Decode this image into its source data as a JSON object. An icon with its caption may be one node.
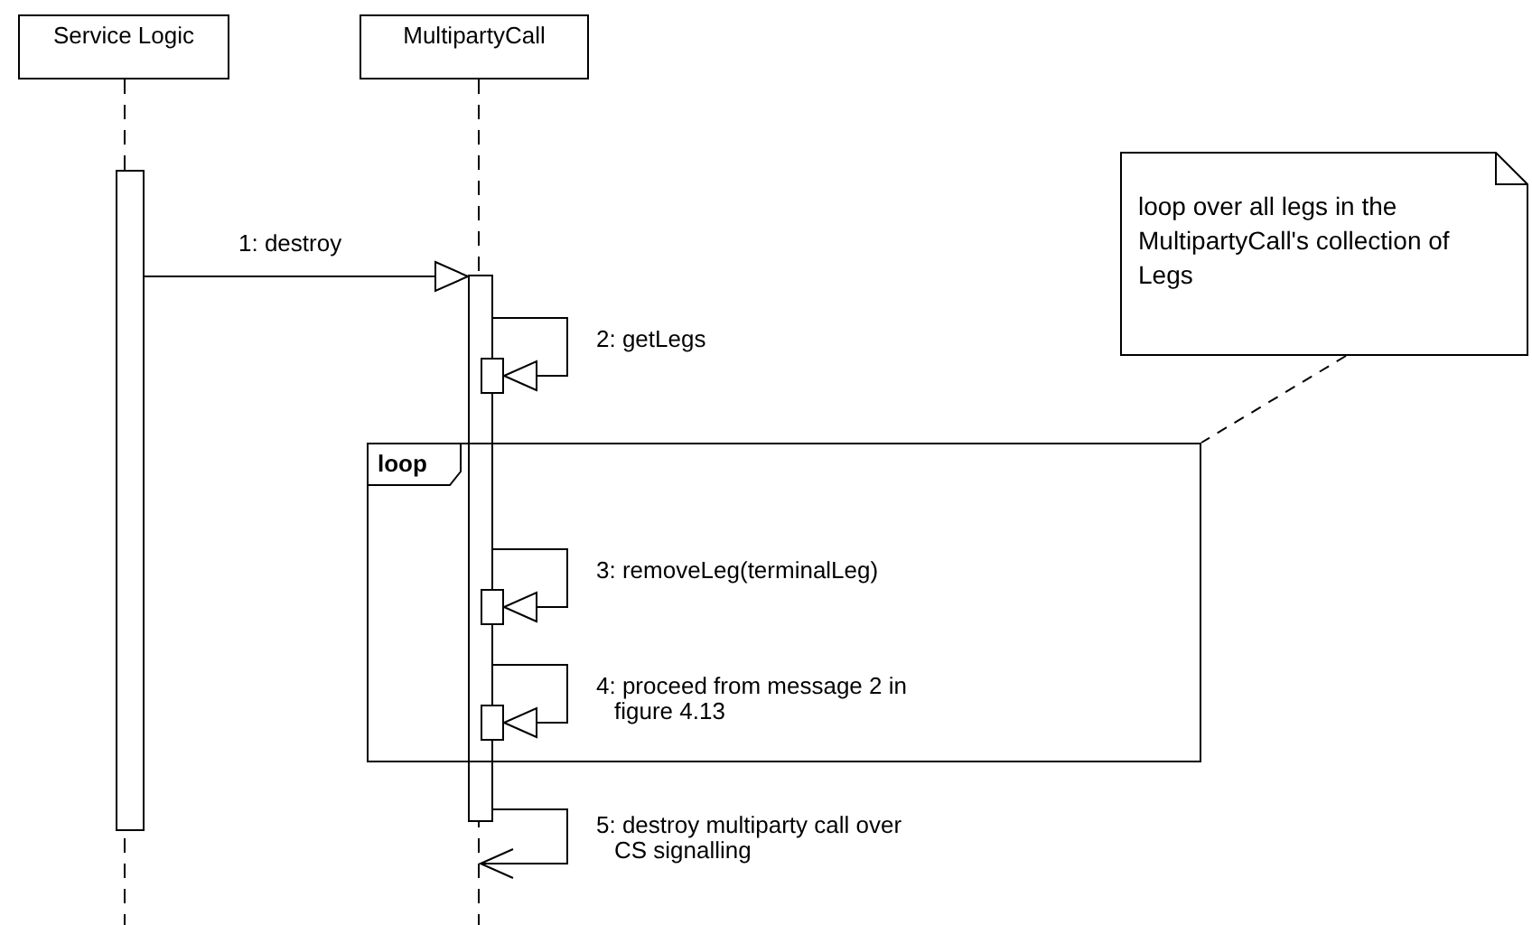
{
  "diagram": {
    "nodes": [
      {
        "text": [
          "Service Logic"
        ]
      },
      {
        "text": [
          "MultipartyCall"
        ]
      },
      {
        "text": [],
        "shape": "bar"
      },
      {
        "text": [],
        "shape": "bar"
      },
      {
        "text": [],
        "shape": "bar"
      },
      {
        "text": [
          "loop"
        ]
      },
      {
        "text": [],
        "shape": "bar",
        "in": 5
      },
      {
        "text": [],
        "shape": "bar",
        "in": 5
      },
      {
        "text": [
          "loop over all legs in the MultipartyCall's collection of Legs"
        ]
      }
    ],
    "edges": [
      {
        "from": 2,
        "to": 3,
        "arrow": "to",
        "label": "1: destroy"
      },
      {
        "from": 3,
        "to": 4,
        "arrow": "to",
        "label": "2: getLegs"
      },
      {
        "from": 3,
        "to": 6,
        "arrow": "to",
        "label": "3: removeLeg(terminalLeg)"
      },
      {
        "from": 3,
        "to": 7,
        "arrow": "to",
        "label": "4: proceed from message 2 in figure 4.13"
      },
      {
        "from": 3,
        "to": null,
        "arrow": "to",
        "label": "5: destroy multiparty call over CS signalling"
      },
      {
        "from": 8,
        "to": 5,
        "arrow": "none",
        "style": "dashed"
      }
    ]
  }
}
